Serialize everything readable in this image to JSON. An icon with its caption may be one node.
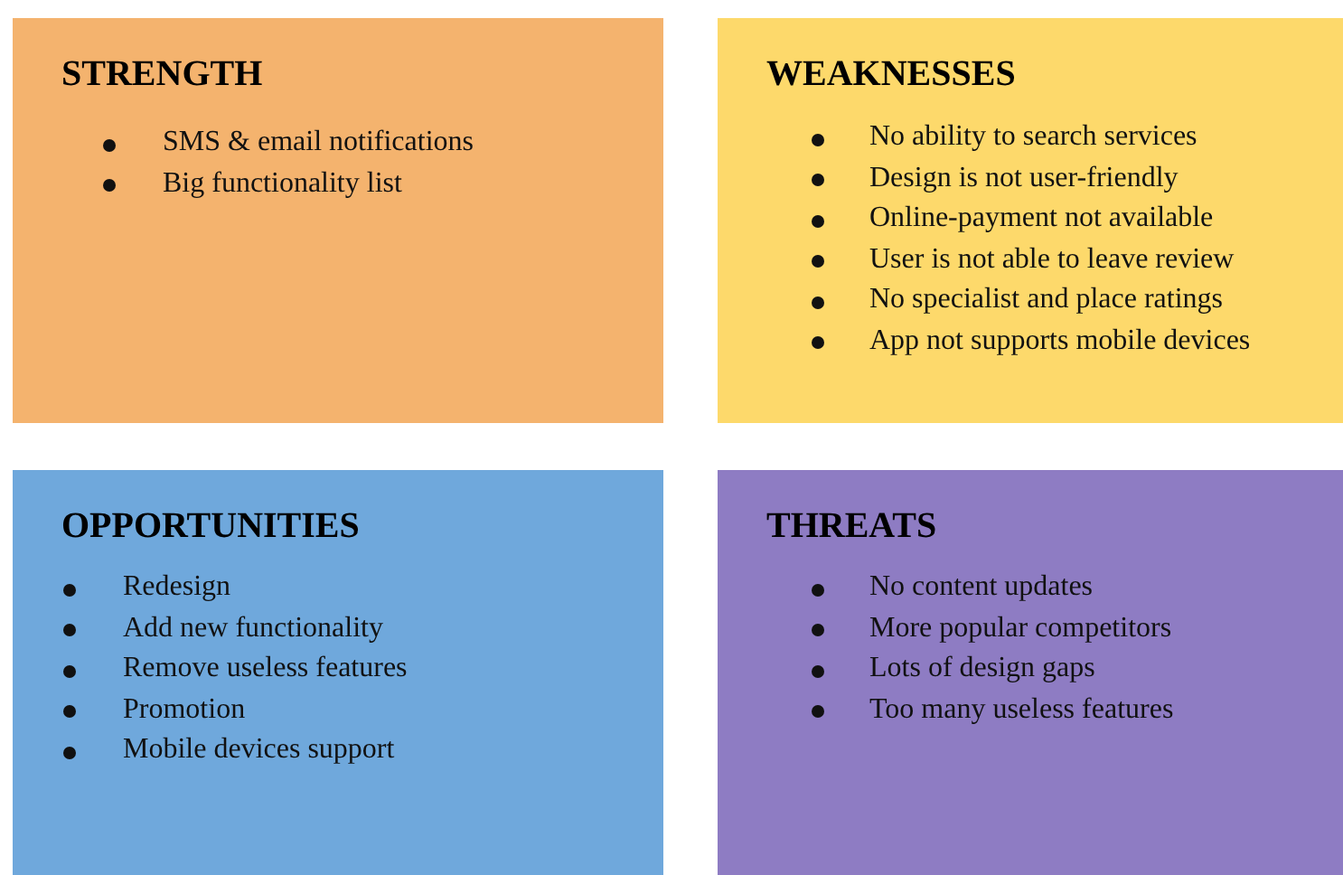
{
  "diagram": {
    "nodes": [
      {
        "text": [
          "STRENGTH",
          "SMS & email notifications",
          "Big functionality list"
        ]
      },
      {
        "text": [
          "WEAKNESSES",
          "No ability to search services",
          "Design is not user-friendly",
          "Online-payment not available",
          "User is not able to leave review",
          "No specialist and place ratings",
          "App not supports mobile devices"
        ]
      },
      {
        "text": [
          "OPPORTUNITIES",
          "Redesign",
          "Add new functionality",
          "Remove useless features",
          "Promotion",
          "Mobile devices support"
        ]
      },
      {
        "text": [
          "THREATS",
          "No content updates",
          "More popular competitors",
          "Lots of design gaps",
          "Too many useless features"
        ]
      }
    ]
  }
}
